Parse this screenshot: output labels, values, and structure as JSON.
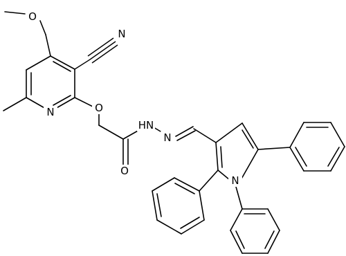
{
  "atoms": {
    "o_methoxy": "O",
    "n_nitrile": "N",
    "n_pyridine": "N",
    "o_ether": "O",
    "nh_hydrazide": "HN",
    "n_imine": "N",
    "o_carbonyl": "O",
    "n_pyrrole": "N"
  }
}
